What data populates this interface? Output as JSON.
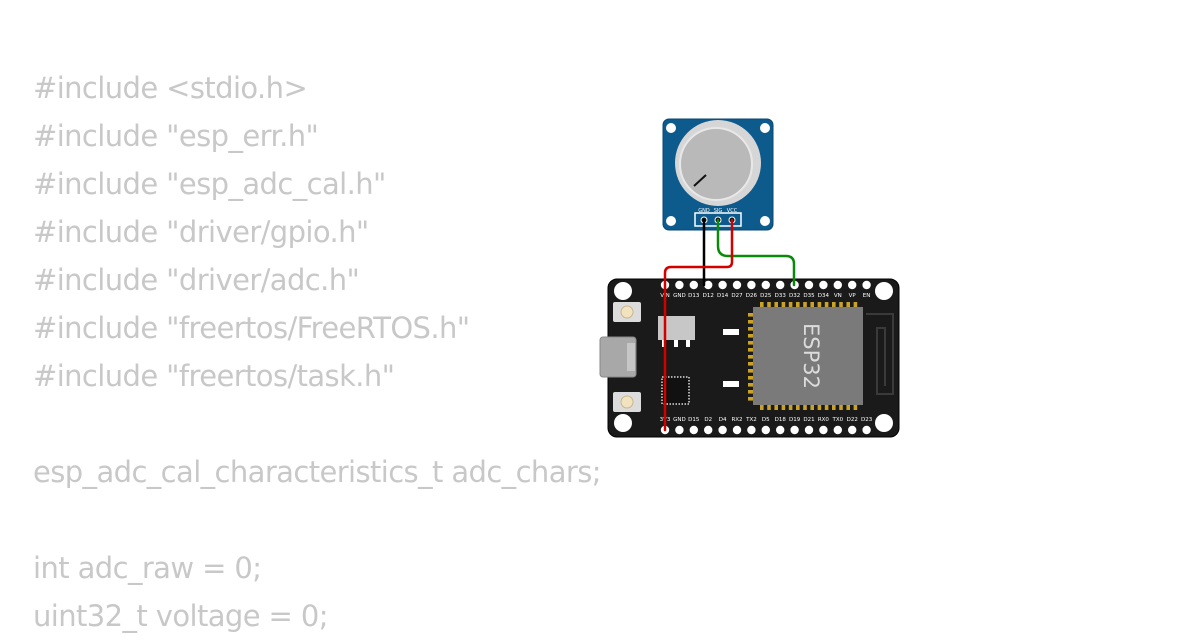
{
  "code": {
    "lines": [
      "#include <stdio.h>",
      "#include \"esp_err.h\"",
      "#include \"esp_adc_cal.h\"",
      "#include \"driver/gpio.h\"",
      "#include \"driver/adc.h\"",
      "#include \"freertos/FreeRTOS.h\"",
      "#include \"freertos/task.h\"",
      "",
      "esp_adc_cal_characteristics_t adc_chars;",
      "",
      "int adc_raw = 0;",
      "uint32_t voltage = 0;"
    ]
  },
  "potentiometer": {
    "pins": [
      "GND",
      "SIG",
      "VCC"
    ]
  },
  "esp32": {
    "chip_label": "ESP32",
    "top_pins": [
      "VIN",
      "GND",
      "D13",
      "D12",
      "D14",
      "D27",
      "D26",
      "D25",
      "D33",
      "D32",
      "D35",
      "D34",
      "VN",
      "VP",
      "EN"
    ],
    "bottom_pins": [
      "3V3",
      "GND",
      "D15",
      "D2",
      "D4",
      "RX2",
      "TX2",
      "D5",
      "D18",
      "D19",
      "D21",
      "RX0",
      "TX0",
      "D22",
      "D23"
    ]
  },
  "wires": [
    {
      "name": "gnd-wire",
      "color": "#000000"
    },
    {
      "name": "signal-wire",
      "color": "#0a8a0a"
    },
    {
      "name": "power-wire",
      "color": "#d40000"
    }
  ],
  "colors": {
    "code_text": "#c8c8c8",
    "board": "#1a1a1a",
    "pot_board": "#0d5a8c",
    "chip": "#7a7a7a"
  }
}
